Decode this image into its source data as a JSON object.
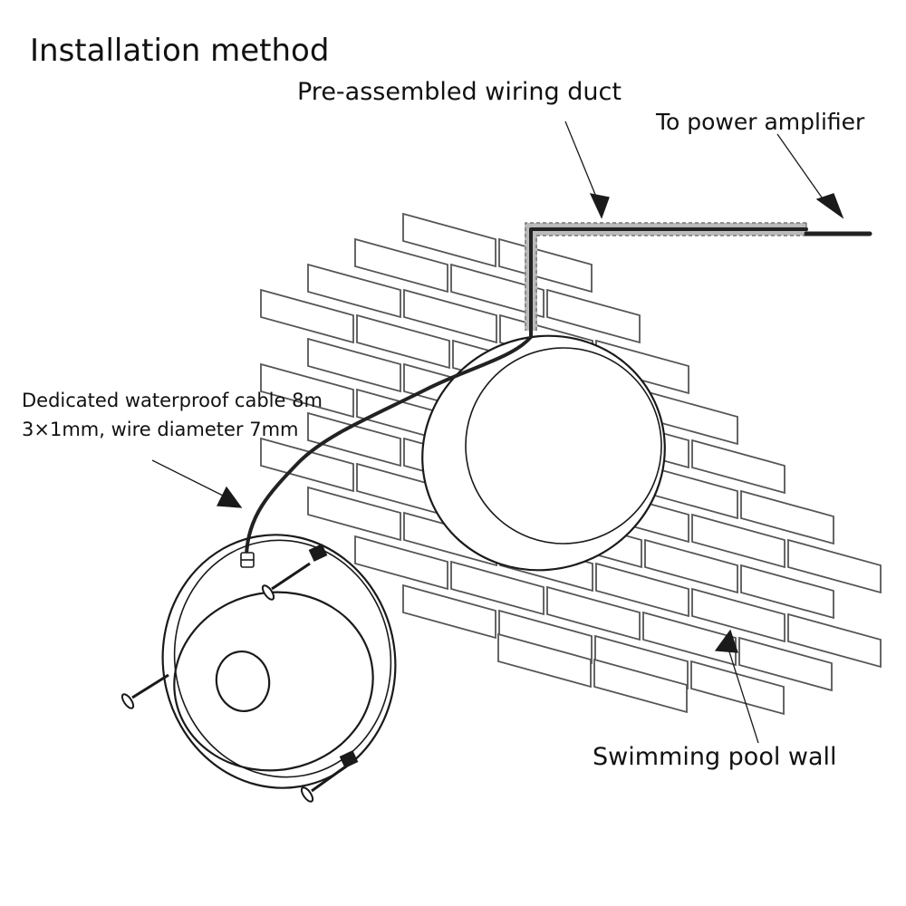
{
  "title": "Installation method",
  "labels": {
    "duct": "Pre-assembled wiring duct",
    "amplifier": "To power amplifier",
    "cable_line1": "Dedicated waterproof cable 8m",
    "cable_line2": "3×1mm, wire diameter 7mm",
    "wall": "Swimming pool wall"
  },
  "colors": {
    "line": "#1a1a1a",
    "brick": "#555555",
    "cable": "#222222",
    "duct": "#999999"
  }
}
